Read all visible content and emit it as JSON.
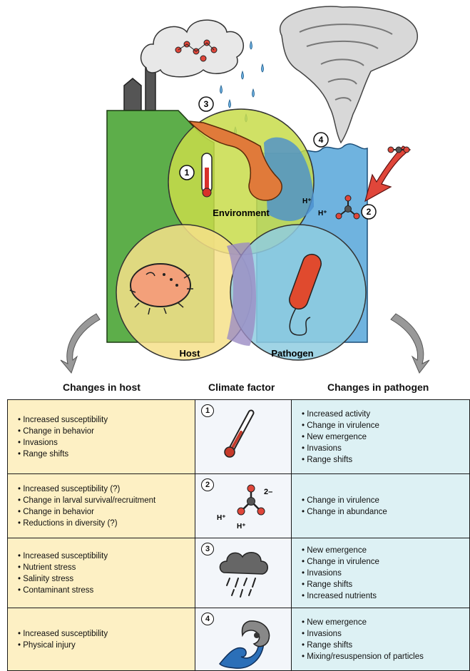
{
  "illustration": {
    "circle_labels": {
      "environment": "Environment",
      "host": "Host",
      "pathogen": "Pathogen"
    },
    "numbers": [
      "1",
      "2",
      "3",
      "4"
    ],
    "ions": {
      "h_plus_water": "H⁺",
      "h_plus_molecule": "H⁺"
    }
  },
  "table": {
    "headers": {
      "host": "Changes in host",
      "climate": "Climate factor",
      "pathogen": "Changes in pathogen"
    },
    "rows": [
      {
        "host_changes": [
          "Increased susceptibility",
          "Change in behavior",
          "Invasions",
          "Range shifts"
        ],
        "factor_number": "1",
        "factor_icon": "thermometer-icon",
        "pathogen_changes": [
          "Increased activity",
          "Change in virulence",
          "New emergence",
          "Invasions",
          "Range shifts"
        ]
      },
      {
        "host_changes": [
          "Increased susceptibility (?)",
          "Change in larval survival/recruitment",
          "Change in behavior",
          "Reductions in diversity (?)"
        ],
        "factor_number": "2",
        "factor_icon": "carbonate-ion-icon",
        "factor_icon_labels": {
          "charge": "2–",
          "h1": "H⁺",
          "h2": "H⁺"
        },
        "pathogen_changes": [
          "Change in virulence",
          "Change in abundance"
        ]
      },
      {
        "host_changes": [
          "Increased susceptibility",
          "Nutrient stress",
          "Salinity stress",
          "Contaminant stress"
        ],
        "factor_number": "3",
        "factor_icon": "rain-cloud-icon",
        "pathogen_changes": [
          "New emergence",
          "Change in virulence",
          "Invasions",
          "Range shifts",
          "Increased nutrients"
        ]
      },
      {
        "host_changes": [
          "Increased susceptibility",
          "Physical injury"
        ],
        "factor_number": "4",
        "factor_icon": "storm-wave-icon",
        "pathogen_changes": [
          "New emergence",
          "Invasions",
          "Range shifts",
          "Mixing/resuspension of particles"
        ]
      }
    ]
  },
  "colors": {
    "host_fill": "#fdf0c4",
    "climate_fill": "#f3f6fa",
    "pathogen_fill": "#ddf1f4",
    "land_green": "#5dae4a",
    "water_blue": "#6fb3df",
    "environment_circle": "#c8dc4a",
    "host_circle": "#f6e08a",
    "pathogen_circle": "#8fcde0",
    "overlap_purple": "#9b8cc4",
    "pathogen_red": "#e04a2e",
    "runoff_orange": "#e07a3a"
  }
}
